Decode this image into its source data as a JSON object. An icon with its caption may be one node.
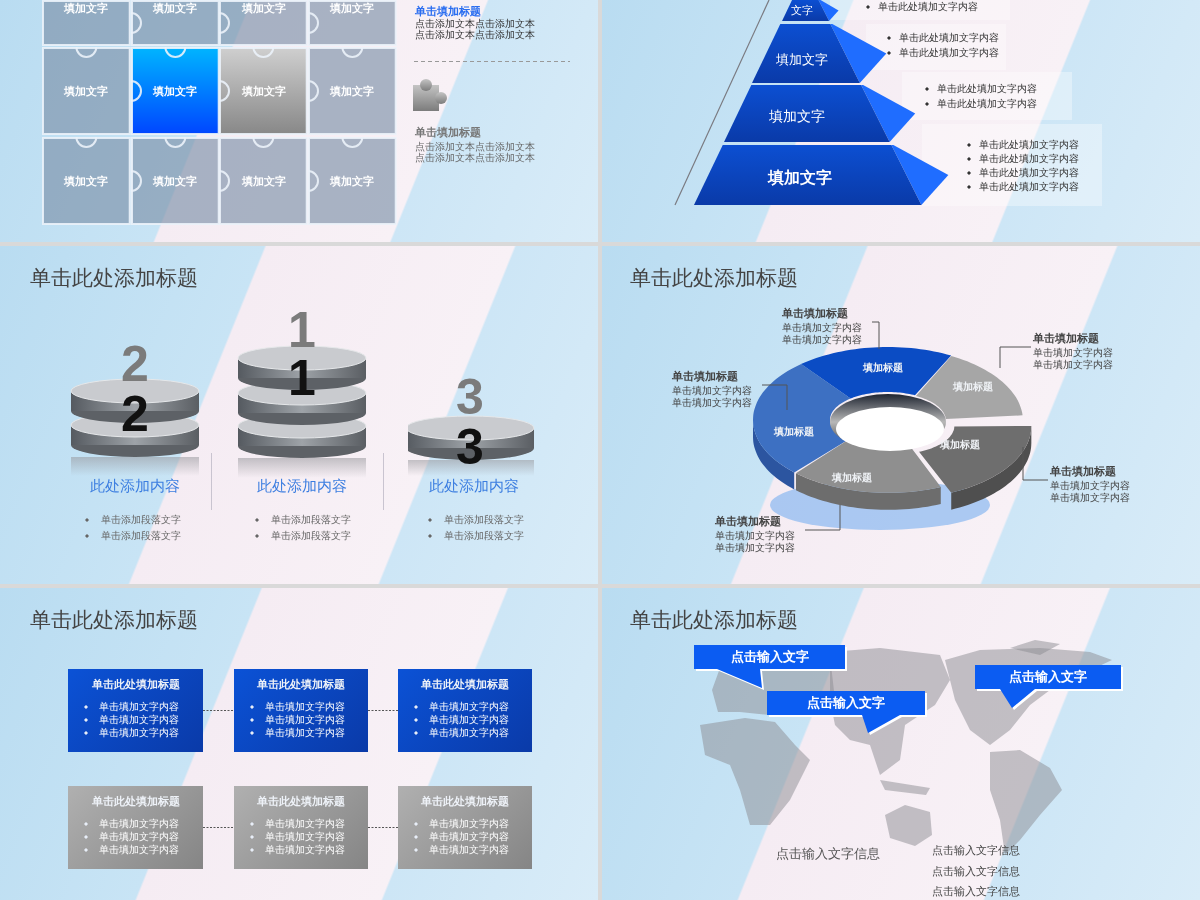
{
  "diagram": {
    "nodes": [
      {
        "text": [
          "填加文字"
        ]
      },
      {
        "text": [
          "填加文字"
        ]
      },
      {
        "text": [
          "填加文字"
        ]
      },
      {
        "text": [
          "填加文字"
        ]
      },
      {
        "text": [
          "填加文字"
        ]
      },
      {
        "text": [
          "填加文字"
        ]
      },
      {
        "text": [
          "填加文字"
        ]
      },
      {
        "text": [
          "填加文字"
        ]
      },
      {
        "text": [
          "填加文字"
        ]
      },
      {
        "text": [
          "填加文字"
        ]
      },
      {
        "text": [
          "填加文字"
        ]
      },
      {
        "text": [
          "填加文字"
        ]
      },
      {
        "text": [
          "文字"
        ]
      },
      {
        "text": [
          "填加文字"
        ]
      },
      {
        "text": [
          "填加文字"
        ]
      },
      {
        "text": [
          "填加文字"
        ]
      },
      {
        "text": [
          "2",
          "2"
        ]
      },
      {
        "text": [
          "1",
          "1"
        ]
      },
      {
        "text": [
          "3",
          "3"
        ]
      },
      {
        "text": [
          "填加标题"
        ]
      },
      {
        "text": [
          "填加标题"
        ]
      },
      {
        "text": [
          "填加标题"
        ]
      },
      {
        "text": [
          "填加标题"
        ]
      },
      {
        "text": [
          "填加标题"
        ]
      },
      {
        "text": [
          "单击填加标题",
          "单击填加文字内容单击填加文字内容"
        ]
      },
      {
        "text": [
          "单击填加标题",
          "单击填加文字内容单击填加文字内容"
        ]
      },
      {
        "text": [
          "单击填加标题",
          "单击填加文字内容单击填加文字内容"
        ]
      },
      {
        "text": [
          "单击填加标题",
          "单击填加文字内容单击填加文字内容"
        ]
      },
      {
        "text": [
          "单击填加标题",
          "单击填加文字内容单击填加文字内容"
        ]
      },
      {
        "text": [
          "单击此处填加标题",
          "单击填加文字内容",
          "单击填加文字内容",
          "单击填加文字内容"
        ]
      },
      {
        "text": [
          "单击此处填加标题",
          "单击填加文字内容",
          "单击填加文字内容",
          "单击填加文字内容"
        ]
      },
      {
        "text": [
          "单击此处填加标题",
          "单击填加文字内容",
          "单击填加文字内容",
          "单击填加文字内容"
        ]
      },
      {
        "text": [
          "单击此处填加标题",
          "单击填加文字内容",
          "单击填加文字内容",
          "单击填加文字内容"
        ]
      },
      {
        "text": [
          "单击此处填加标题",
          "单击填加文字内容",
          "单击填加文字内容",
          "单击填加文字内容"
        ]
      },
      {
        "text": [
          "单击此处填加标题",
          "单击填加文字内容",
          "单击填加文字内容",
          "单击填加文字内容"
        ]
      },
      {
        "text": [
          "点击输入文字"
        ]
      },
      {
        "text": [
          "点击输入文字"
        ]
      },
      {
        "text": [
          "点击输入文字"
        ]
      }
    ],
    "edges": [
      {
        "from": 24,
        "to": 19,
        "arrow": "none"
      },
      {
        "from": 25,
        "to": 20,
        "arrow": "none"
      },
      {
        "from": 26,
        "to": 21,
        "arrow": "none"
      },
      {
        "from": 27,
        "to": 22,
        "arrow": "none"
      },
      {
        "from": 28,
        "to": 23,
        "arrow": "none"
      },
      {
        "from": 29,
        "to": 30,
        "arrow": "none",
        "style": "dashed"
      },
      {
        "from": 30,
        "to": 31,
        "arrow": "none",
        "style": "dashed"
      },
      {
        "from": 32,
        "to": 33,
        "arrow": "none",
        "style": "dashed"
      },
      {
        "from": 33,
        "to": 34,
        "arrow": "none",
        "style": "dashed"
      }
    ],
    "labels": [
      "单击填加标题",
      "点击添加文本点击添加文本点击添加文本点击添加文本",
      "单击填加标题",
      "点击添加文本点击添加文本点击添加文本点击添加文本",
      "单击此处填加文字内容",
      "单击此处填加文字内容",
      "单击此处填加文字内容",
      "单击此处填加文字内容",
      "单击此处填加文字内容",
      "单击此处填加文字内容",
      "单击此处填加文字内容",
      "单击此处填加文字内容",
      "单击此处填加文字内容",
      "单击此处添加标题",
      "此处添加内容",
      "此处添加内容",
      "此处添加内容",
      "单击添加段落文字",
      "单击添加段落文字",
      "单击添加段落文字",
      "单击添加段落文字",
      "单击添加段落文字",
      "单击添加段落文字",
      "单击此处添加标题",
      "单击此处添加标题",
      "单击此处添加标题",
      "点击输入文字信息",
      "点击输入文字信息",
      "点击输入文字信息",
      "点击输入文字信息"
    ]
  }
}
